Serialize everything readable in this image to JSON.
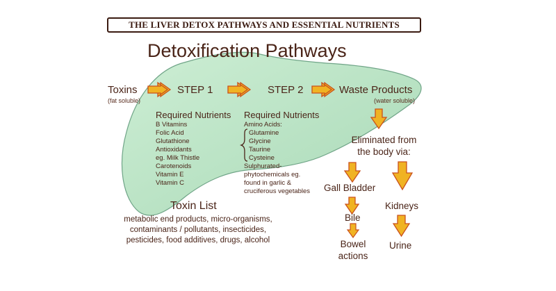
{
  "banner": "THE LIVER DETOX PATHWAYS AND ESSENTIAL NUTRIENTS",
  "title": "Detoxification Pathways",
  "flow": {
    "toxins": "Toxins",
    "toxins_note": "(fat soluble)",
    "step1": "STEP 1",
    "step2": "STEP 2",
    "waste": "Waste Products",
    "waste_note": "(water soluble)"
  },
  "step1_nutrients": {
    "heading": "Required Nutrients",
    "items": [
      "B Vitamins",
      "Folic Acid",
      "Glutathione",
      "Antioxidants",
      "eg. Milk Thistle",
      "Carotenoids",
      "Vitamin E",
      "Vitamin C"
    ]
  },
  "step2_nutrients": {
    "heading": "Required Nutrients",
    "amino_label": "Amino Acids:",
    "amino_items": [
      "Glutamine",
      "Glycine",
      "Taurine",
      "Cysteine"
    ],
    "extra_lines": [
      "Sulphurated-",
      "phytochemicals eg.",
      "found in garlic &",
      "cruciferous vegetables"
    ]
  },
  "toxin_list": {
    "heading": "Toxin List",
    "lines": [
      "metabolic end products, micro-organisms,",
      "contaminants / pollutants,  insecticides,",
      "pesticides,  food additives,  drugs,  alcohol"
    ]
  },
  "elimination": {
    "heading_line1": "Eliminated from",
    "heading_line2": "the body via:",
    "gall_bladder": "Gall Bladder",
    "bile": "Bile",
    "bowel_line1": "Bowel",
    "bowel_line2": "actions",
    "kidneys": "Kidneys",
    "urine": "Urine"
  },
  "colors": {
    "liver_fill": "#bfe6c8",
    "liver_stroke": "#6fa487",
    "arrow_fill": "#f0b323",
    "arrow_stroke": "#c9501c",
    "text": "#4a2418"
  }
}
